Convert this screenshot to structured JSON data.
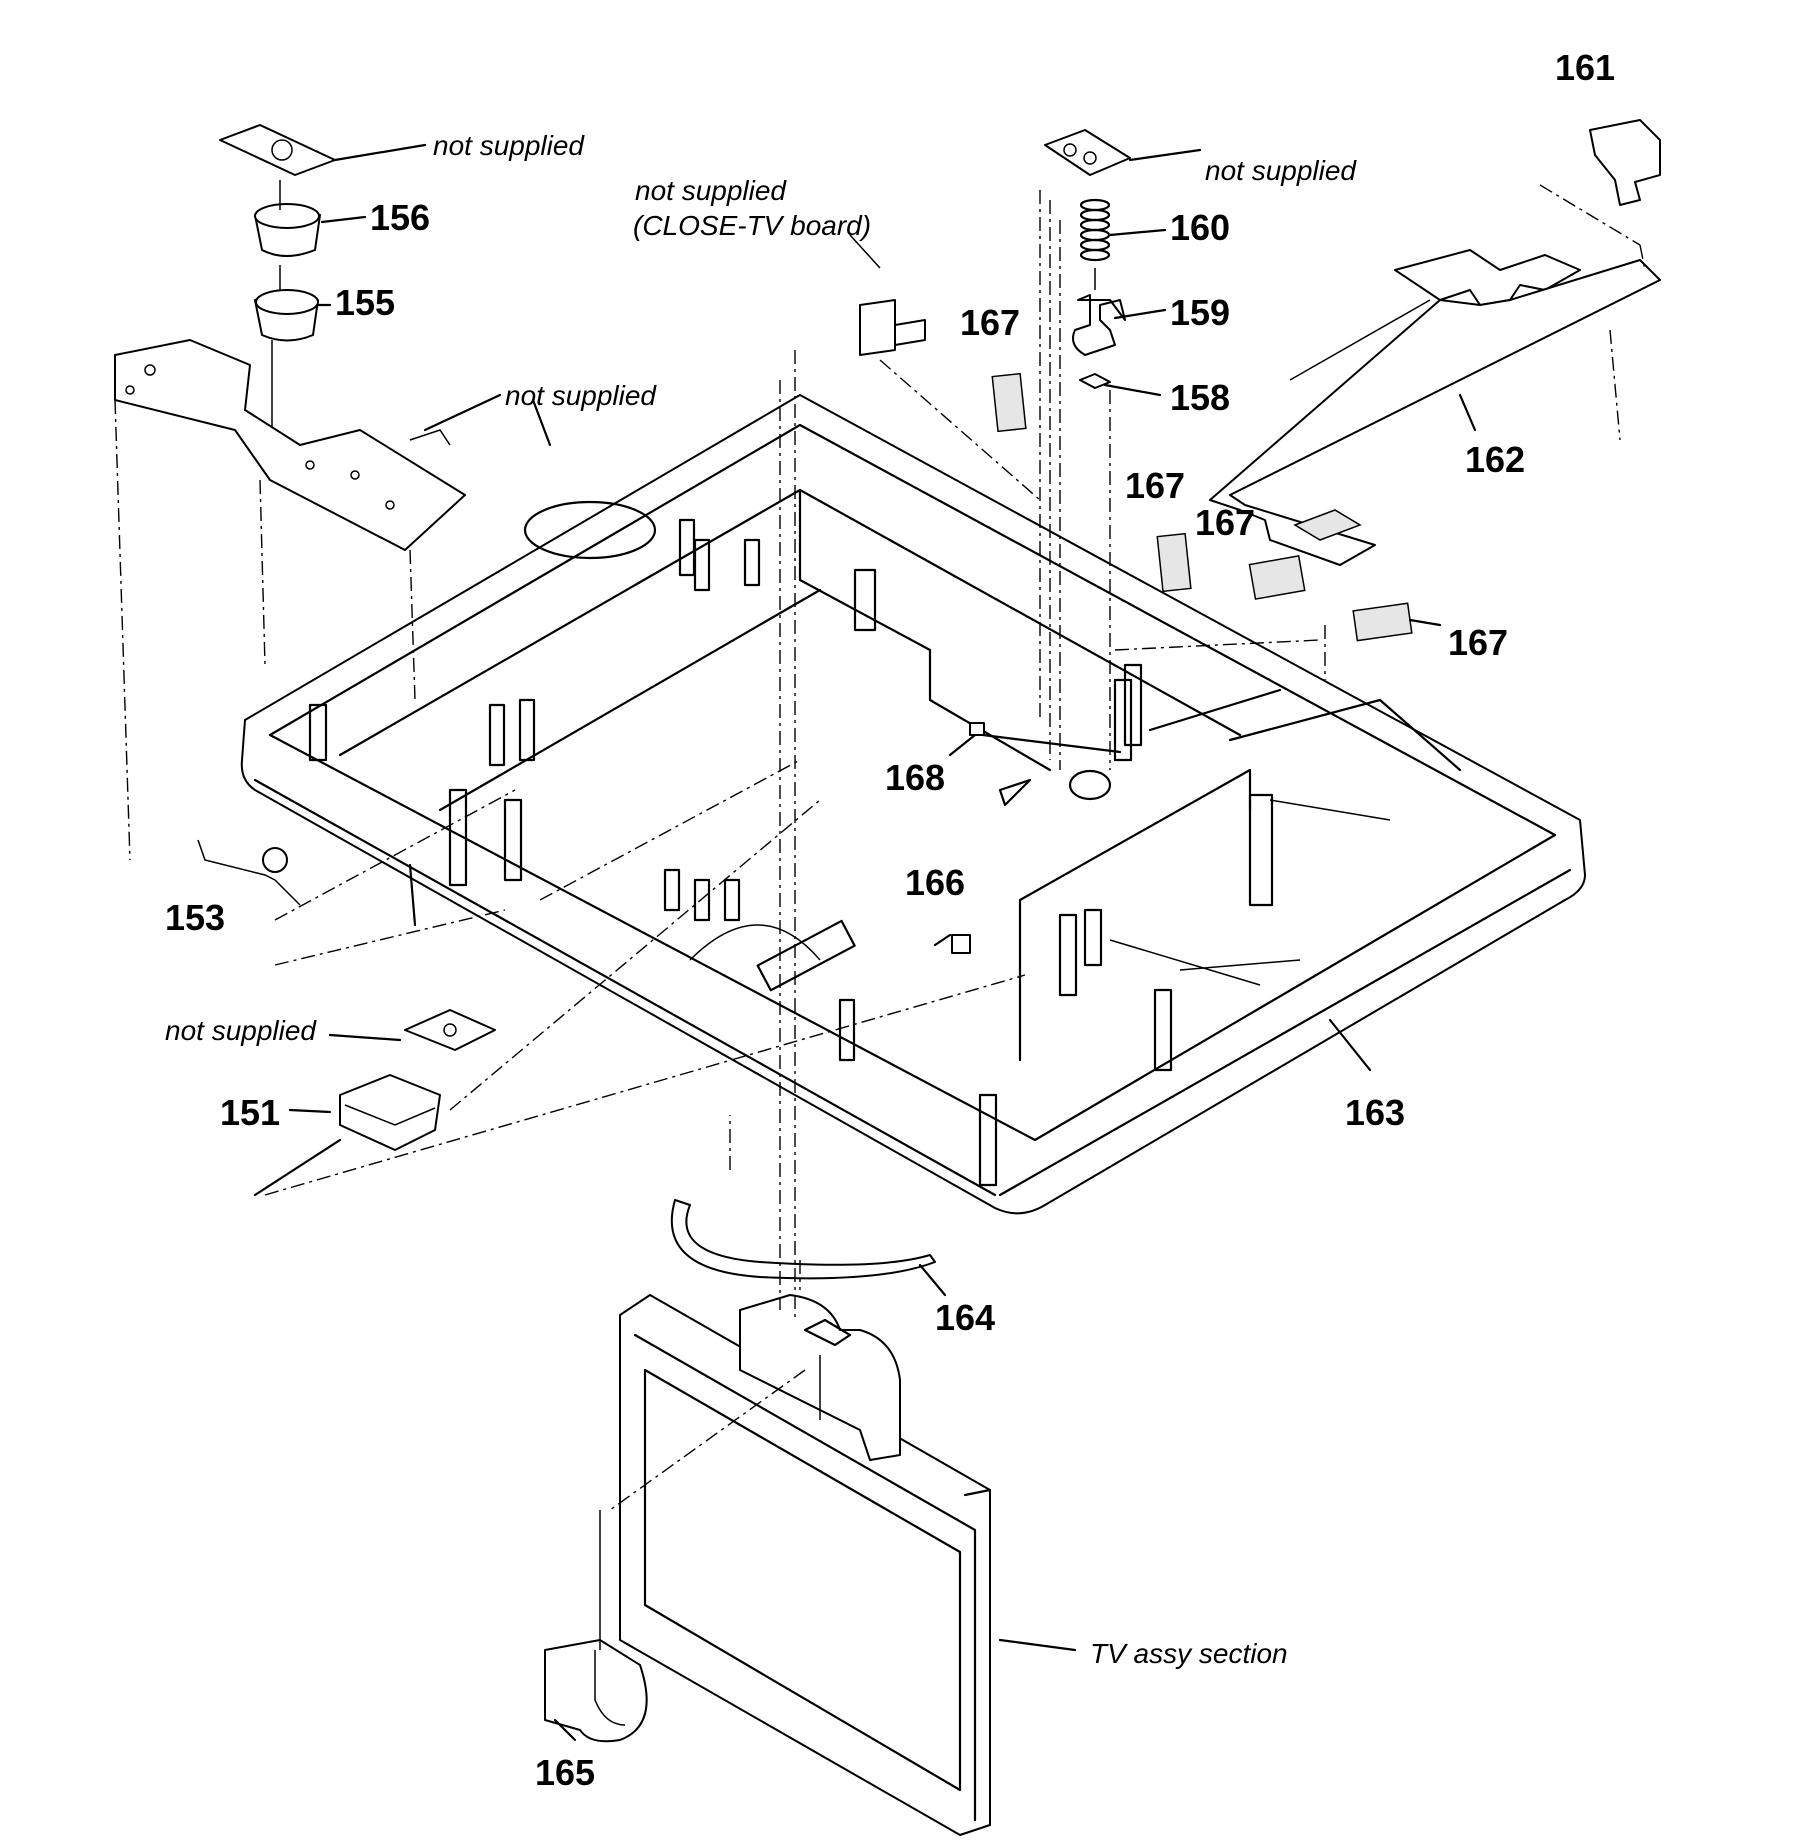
{
  "callouts": {
    "p151": "151",
    "p153": "153",
    "p155": "155",
    "p156": "156",
    "p158": "158",
    "p159": "159",
    "p160": "160",
    "p161": "161",
    "p162": "162",
    "p163": "163",
    "p164": "164",
    "p165": "165",
    "p166": "166",
    "p167a": "167",
    "p167b": "167",
    "p167c": "167",
    "p167d": "167",
    "p168": "168"
  },
  "notes": {
    "ns_top_left": "not supplied",
    "ns_close_tv_1": "not supplied",
    "ns_close_tv_2": "(CLOSE-TV board)",
    "ns_top_right": "not supplied",
    "ns_middle": "not supplied",
    "ns_bottom_left": "not supplied",
    "tv_assy": "TV assy section"
  }
}
